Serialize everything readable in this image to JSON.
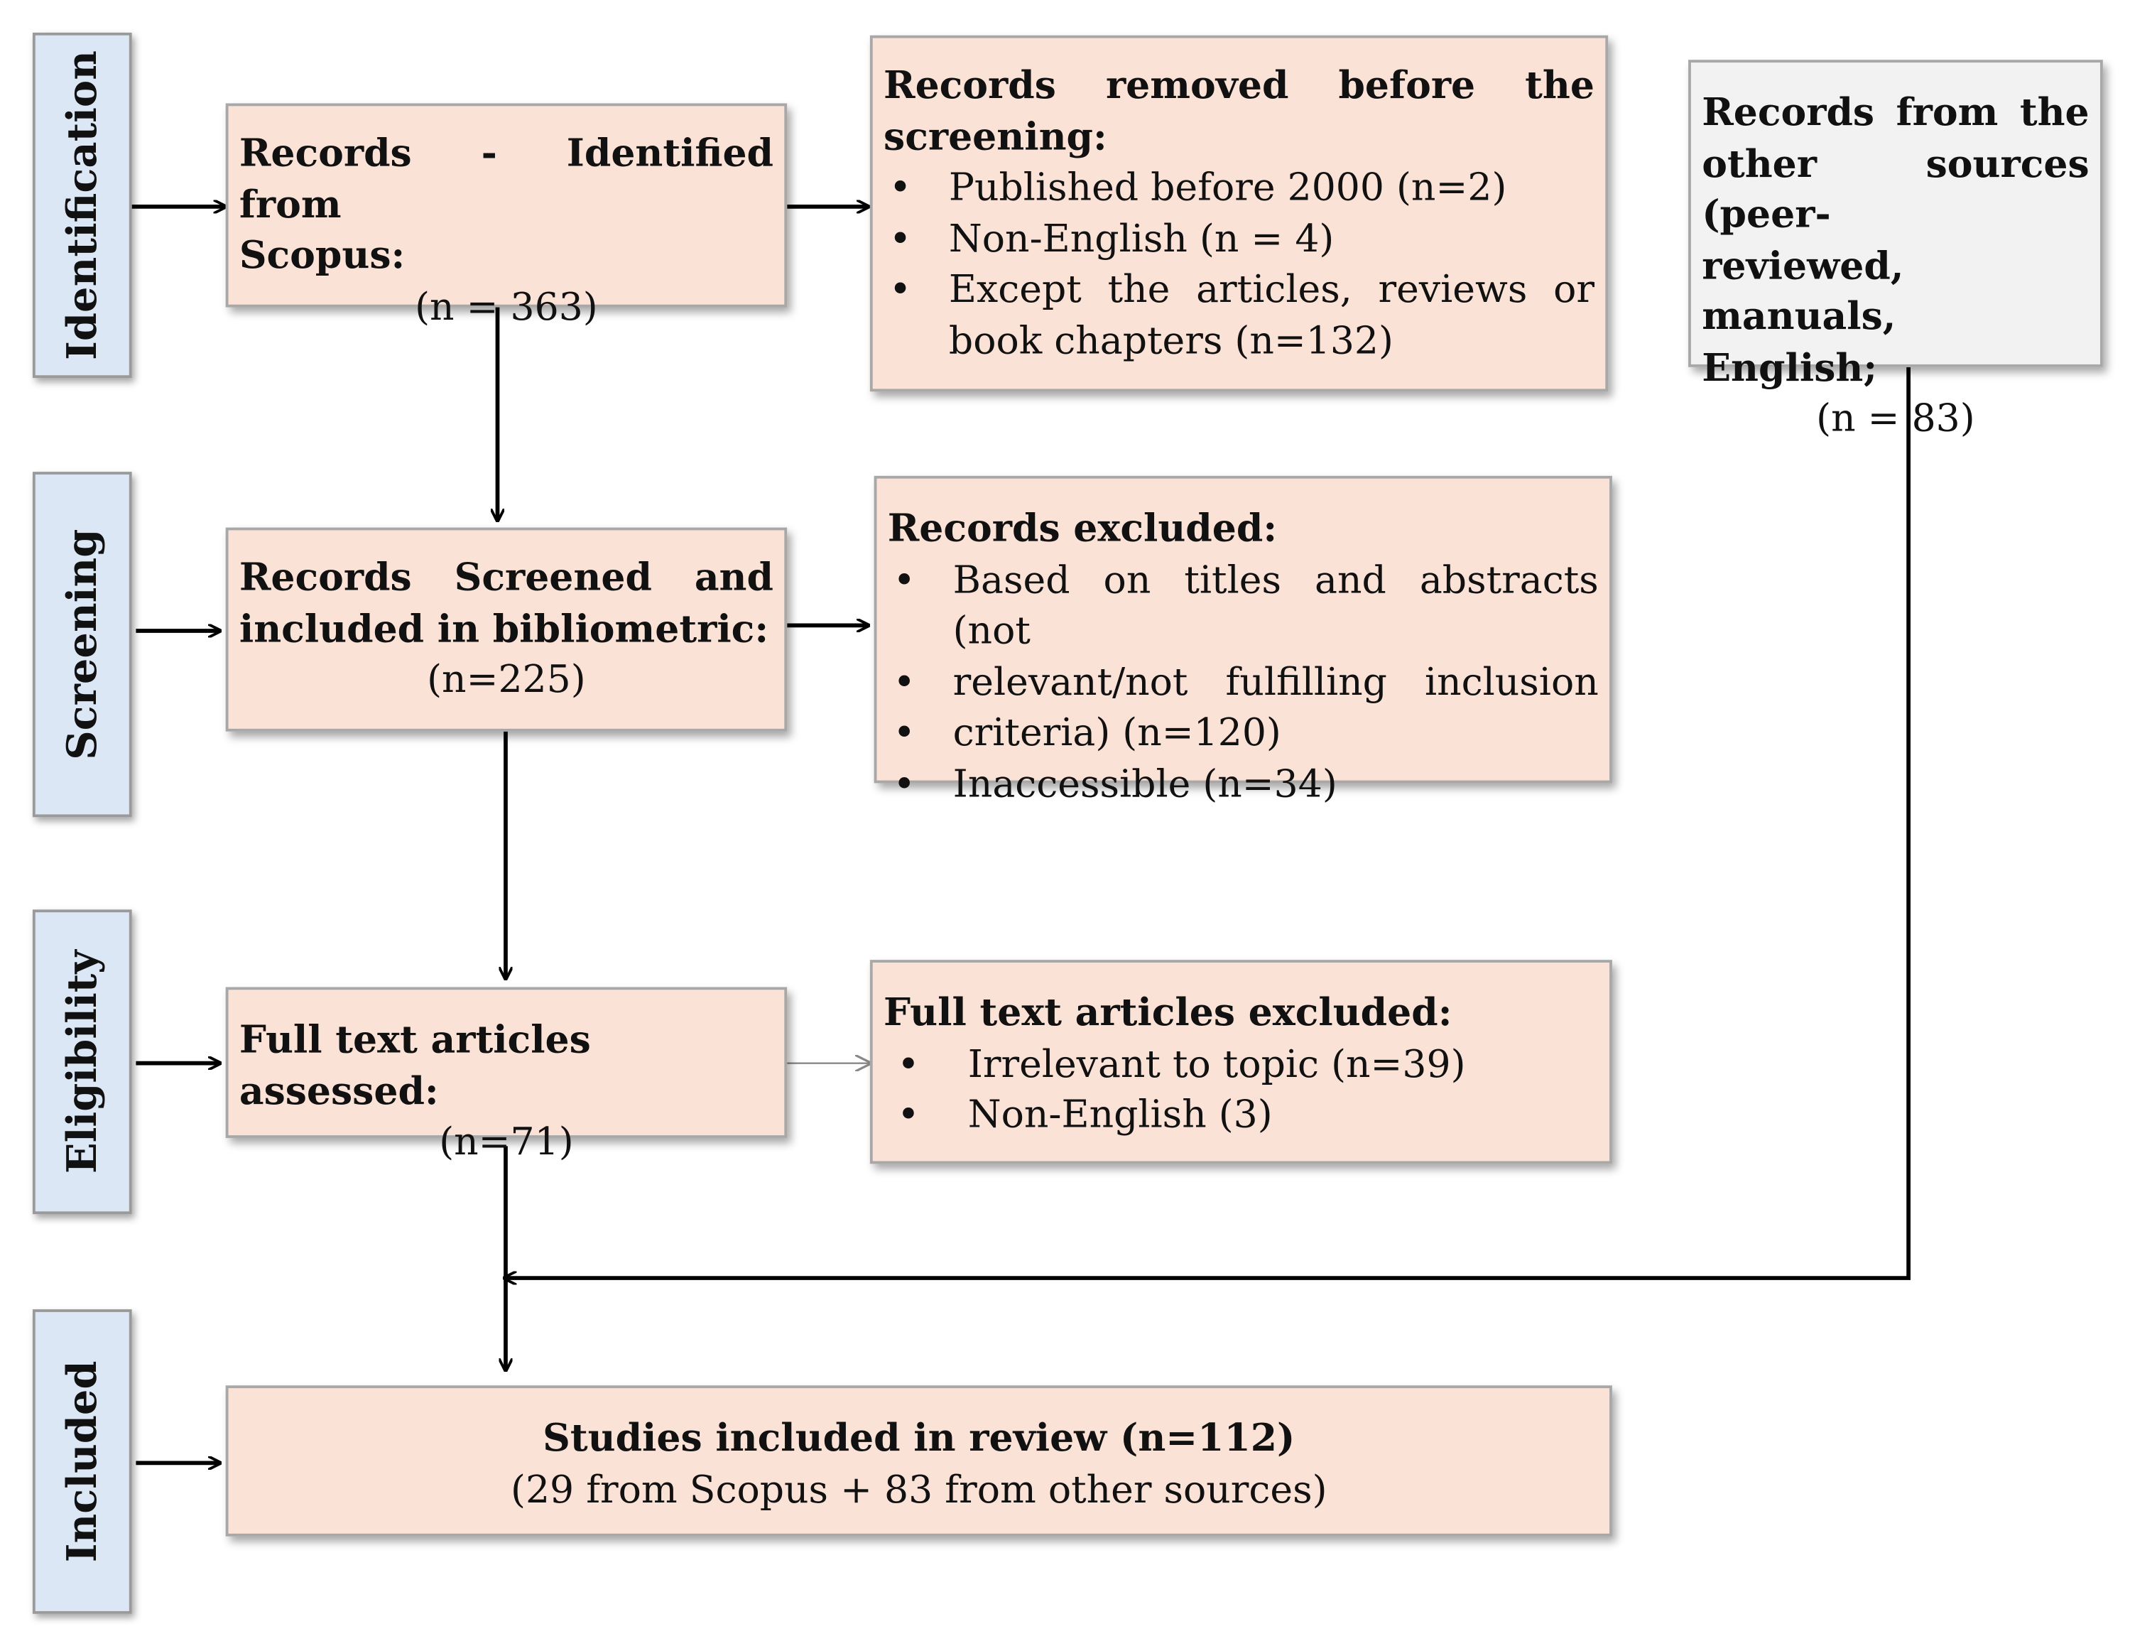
{
  "phases": {
    "identification": "Identification",
    "screening": "Screening",
    "eligibility": "Eligibility",
    "included": "Included"
  },
  "boxes": {
    "identified": {
      "title_line1": "Records - Identified from",
      "title_line2": "Scopus:",
      "count": "(n = 363)"
    },
    "removed": {
      "title_line1": "Records removed before the",
      "title_line2": "screening:",
      "items": [
        "Published before 2000 (n=2)",
        "Non-English (n = 4)",
        "Except the articles, reviews or",
        "book chapters (n=132)"
      ]
    },
    "other_sources": {
      "line1": "Records from the",
      "line2": "other sources (peer-",
      "line3": "reviewed, manuals,",
      "line4": "English;",
      "count": "(n = 83)"
    },
    "screened": {
      "title_line1": "Records Screened and",
      "title_line2": "included in bibliometric:",
      "count": "(n=225)"
    },
    "excluded": {
      "title": "Records excluded:",
      "item1_line1": "Based on titles and abstracts (not",
      "item1_line2": "relevant/not fulfilling inclusion",
      "item1_line3": "criteria)  (n=120)",
      "item2": "Inaccessible (n=34)"
    },
    "assessed": {
      "title": "Full text articles assessed:",
      "count": "(n=71)"
    },
    "fulltext_excluded": {
      "title": "Full text articles excluded:",
      "items": [
        "Irrelevant to topic (n=39)",
        "Non-English (3)"
      ]
    },
    "included": {
      "title": "Studies included in review (n=112)",
      "detail": "(29 from Scopus + 83 from other sources)"
    }
  }
}
